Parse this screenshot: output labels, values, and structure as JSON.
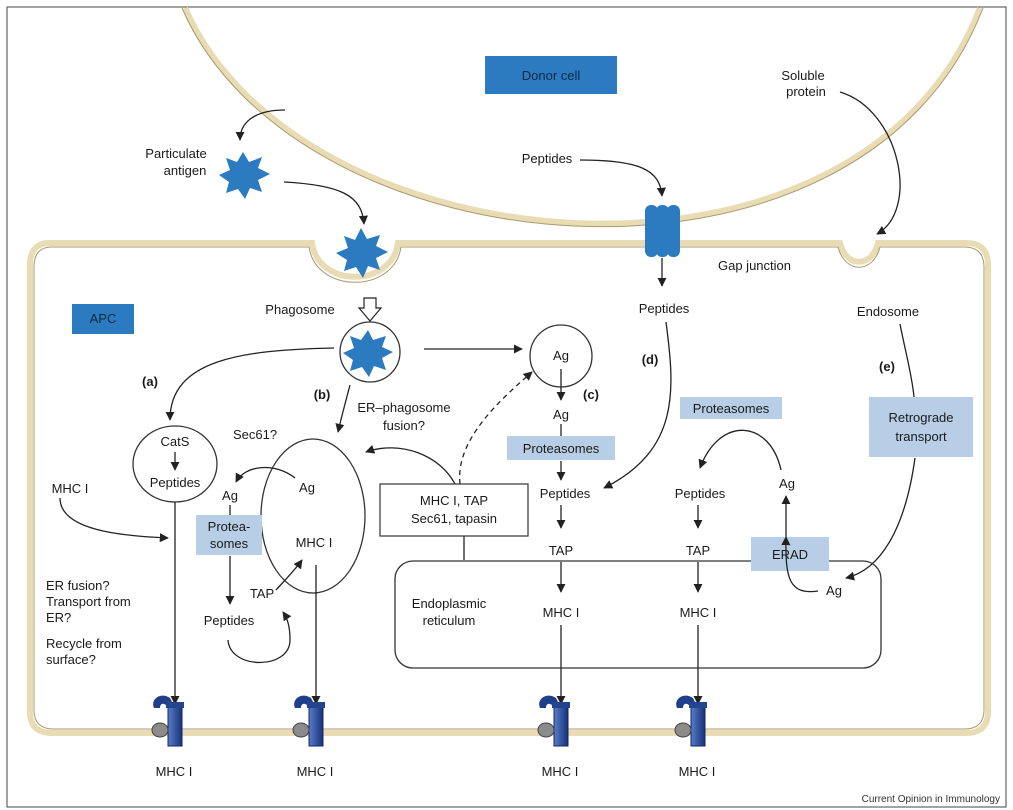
{
  "labels": {
    "donor_cell": "Donor cell",
    "apc": "APC",
    "soluble_protein_1": "Soluble",
    "soluble_protein_2": "protein",
    "particulate_1": "Particulate",
    "particulate_2": "antigen",
    "peptides_top": "Peptides",
    "gap_junction": "Gap junction",
    "phagosome": "Phagosome",
    "peptides_gap": "Peptides",
    "endosome": "Endosome",
    "path_a": "(a)",
    "path_b": "(b)",
    "path_c": "(c)",
    "path_d": "(d)",
    "path_e": "(e)",
    "er_phago_1": "ER–phagosome",
    "er_phago_2": "fusion?",
    "sec61q": "Sec61?",
    "cats": "CatS",
    "peptides_cats": "Peptides",
    "ag_c_circle": "Ag",
    "ag_c": "Ag",
    "proteasomes_c": "Proteasomes",
    "peptides_c": "Peptides",
    "tap_c": "TAP",
    "mhc_c": "MHC I",
    "proteasomes_e": "Proteasomes",
    "peptides_e": "Peptides",
    "tap_e": "TAP",
    "mhc_e": "MHC I",
    "ag_erad_up": "Ag",
    "ag_erad_low": "Ag",
    "erad": "ERAD",
    "retro_1": "Retrograde",
    "retro_2": "transport",
    "mhc_left": "MHC I",
    "ag_b_left": "Ag",
    "ag_b_right": "Ag",
    "protea_1": "Protea-",
    "protea_2": "somes",
    "mhc_b": "MHC I",
    "tap_b": "TAP",
    "peptides_b": "Peptides",
    "er_box_1": "MHC I, TAP",
    "er_box_2": "Sec61, tapasin",
    "er_fusion_1": "ER fusion?",
    "er_fusion_2": "Transport from",
    "er_fusion_3": "ER?",
    "er_fusion_4": "Recycle from",
    "er_fusion_5": "surface?",
    "er_1": "Endoplasmic",
    "er_2": "reticulum",
    "mhc_bottom_1": "MHC I",
    "mhc_bottom_2": "MHC I",
    "mhc_bottom_3": "MHC I",
    "mhc_bottom_4": "MHC I",
    "credit": "Current Opinion in Immunology"
  },
  "colors": {
    "blue": "#2c7bc0",
    "light_blue": "#b7cee6",
    "membrane": "#e9dcb4",
    "mhc_dark": "#1f3f8a"
  },
  "icons": [
    "particulate-antigen-icon",
    "gap-junction-channel-icon",
    "mhc-class-i-molecule-icon"
  ]
}
